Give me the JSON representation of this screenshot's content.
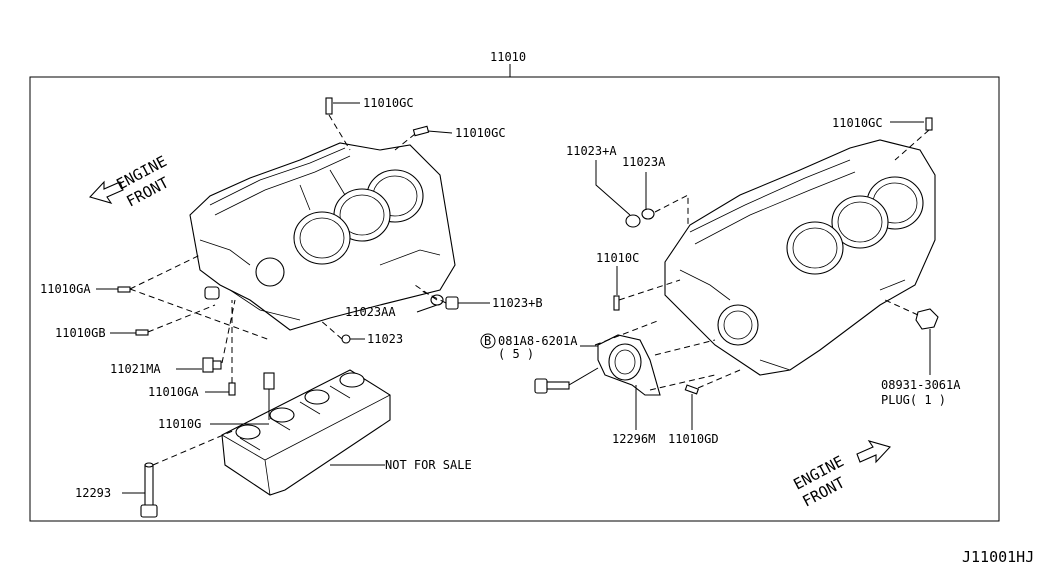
{
  "diagram_id": "J11001HJ",
  "assembly_label": "11010",
  "labels": {
    "l_11010gc_1": "11010GC",
    "l_11010gc_2": "11010GC",
    "l_11010gc_3": "11010GC",
    "l_engine_front_left_1": "ENGINE",
    "l_engine_front_left_2": "FRONT",
    "l_engine_front_right_1": "ENGINE",
    "l_engine_front_right_2": "FRONT",
    "l_11010ga_1": "11010GA",
    "l_11010ga_2": "11010GA",
    "l_11010gb": "11010GB",
    "l_11021ma": "11021MA",
    "l_11010g": "11010G",
    "l_12293": "12293",
    "l_not_for_sale": "NOT FOR SALE",
    "l_11023aa": "11023AA",
    "l_11023": "11023",
    "l_11023b": "11023+B",
    "l_11023plusa": "11023+A",
    "l_11023a": "11023A",
    "l_11010c": "11010C",
    "l_081a8": "081A8-6201A",
    "l_081a8_qty": "( 5 )",
    "l_circle_b": "B",
    "l_12296m": "12296M",
    "l_11010gd": "11010GD",
    "l_08931": "08931-3061A",
    "l_plug": "PLUG( 1 )"
  }
}
